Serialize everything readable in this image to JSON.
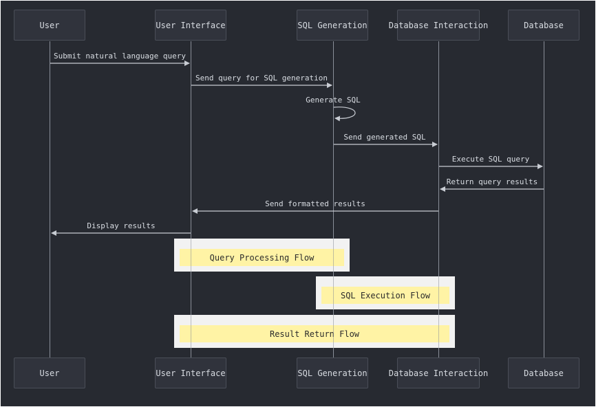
{
  "colors": {
    "background": "#272a31",
    "actor_fill": "#30333c",
    "line": "#8a8f99",
    "text": "#d8dce2",
    "note_outer": "#f2f2f2",
    "note_inner": "#fff3a5"
  },
  "participants": [
    {
      "id": "user",
      "label": "User"
    },
    {
      "id": "ui",
      "label": "User Interface"
    },
    {
      "id": "sqlgen",
      "label": "SQL Generation"
    },
    {
      "id": "dbi",
      "label": "Database Interaction"
    },
    {
      "id": "db",
      "label": "Database"
    }
  ],
  "messages": [
    {
      "from": "user",
      "to": "ui",
      "label": "Submit natural language query"
    },
    {
      "from": "ui",
      "to": "sqlgen",
      "label": "Send query for SQL generation"
    },
    {
      "from": "sqlgen",
      "to": "sqlgen",
      "label": "Generate SQL"
    },
    {
      "from": "sqlgen",
      "to": "dbi",
      "label": "Send generated SQL"
    },
    {
      "from": "dbi",
      "to": "db",
      "label": "Execute SQL query"
    },
    {
      "from": "db",
      "to": "dbi",
      "label": "Return query results"
    },
    {
      "from": "dbi",
      "to": "ui",
      "label": "Send formatted results"
    },
    {
      "from": "ui",
      "to": "user",
      "label": "Display results"
    }
  ],
  "notes": [
    {
      "label": "Query Processing Flow",
      "over": [
        "ui",
        "sqlgen"
      ]
    },
    {
      "label": "SQL Execution Flow",
      "over": [
        "sqlgen",
        "dbi"
      ]
    },
    {
      "label": "Result Return Flow",
      "over": [
        "ui",
        "dbi"
      ]
    }
  ]
}
